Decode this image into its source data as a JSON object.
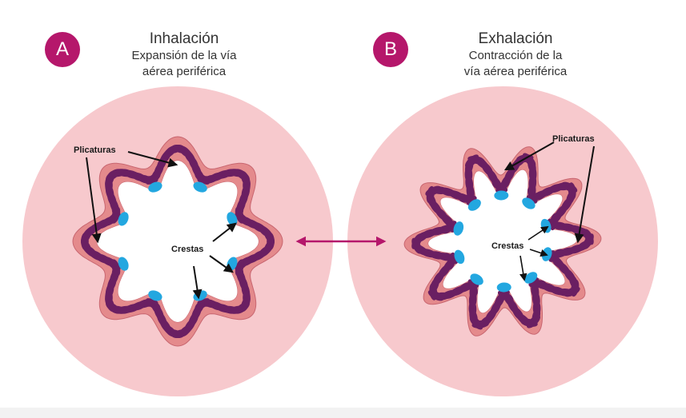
{
  "panel_a": {
    "badge": "A",
    "title": "Inhalación",
    "subtitle_line1": "Expansión de la vía",
    "subtitle_line2": "aérea periférica",
    "label_plicaturas": "Plicaturas",
    "label_crestas": "Crestas"
  },
  "panel_b": {
    "badge": "B",
    "title": "Exhalación",
    "subtitle_line1": "Contracción de la",
    "subtitle_line2": "vía aérea periférica",
    "label_plicaturas": "Plicaturas",
    "label_crestas": "Crestas"
  },
  "colors": {
    "badge": "#b5176b",
    "outer_disc": "#f7c9cd",
    "epithelium": "#e48a8c",
    "cell": "#6a1f62",
    "plication": "#23a7e0",
    "lumen": "#ffffff",
    "double_arrow": "#b5176b"
  }
}
